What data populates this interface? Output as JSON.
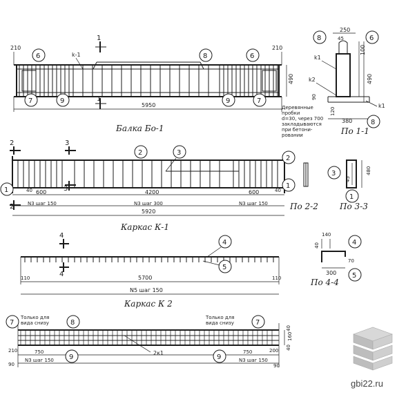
{
  "beam": {
    "title": "Балка Бо-1",
    "length": "5950",
    "end_offset_left": "210",
    "end_offset_right": "210",
    "height": "490",
    "markers": [
      "6",
      "8",
      "6",
      "7",
      "9",
      "9",
      "7"
    ],
    "cut_label": "1",
    "k1_label": "k-1"
  },
  "section_1_1": {
    "title": "По 1-1",
    "width": "250",
    "width_inner": "45",
    "height_top": "100",
    "height": "490",
    "bottom_width": "380",
    "bottom_h1": "90",
    "bottom_h2": "120",
    "k1": "k1",
    "k2": "k2",
    "k1b": "k1",
    "markers": [
      "8",
      "6",
      "8"
    ],
    "note": [
      "Деревянные",
      "пробки",
      "d=30, через 700",
      "закладываются",
      "при бетони-",
      "ровании"
    ]
  },
  "frame_k1": {
    "title": "Каркас К-1",
    "dim_left": "600",
    "dim_mid": "4200",
    "dim_right": "600",
    "small_left": "40",
    "small_right": "40",
    "step_left": "N3 шаг 150",
    "step_mid": "N3 шаг 300",
    "step_right": "N3 шаг 150",
    "total": "5920",
    "markers": [
      "2",
      "3",
      "2",
      "1",
      "1"
    ],
    "cuts": [
      "2",
      "3",
      "3",
      "2"
    ]
  },
  "section_2_2": {
    "title": "По 2-2",
    "markers": [
      "2",
      "1"
    ]
  },
  "section_3_3": {
    "title": "По 3-3",
    "height": "480",
    "inner": "45",
    "markers": [
      "3",
      "1"
    ]
  },
  "frame_k2": {
    "title": "Каркас К 2",
    "dim_main": "5700",
    "step": "N5 шаг 150",
    "end_left": "110",
    "end_right": "110",
    "markers": [
      "4",
      "5"
    ],
    "cut": "4"
  },
  "section_4_4": {
    "title": "По 4-4",
    "dim_top": "140",
    "dim_left": "40",
    "dim_right": "70",
    "dim_bottom": "300",
    "markers": [
      "4",
      "5"
    ]
  },
  "bottom_plan": {
    "note_left": [
      "Только для",
      "вида снизу"
    ],
    "note_right": [
      "Только для",
      "вида снизу"
    ],
    "dim_left": "750",
    "dim_right": "750",
    "step_left": "N3 шаг 150",
    "step_right": "N3 шаг 150",
    "end_left_top": "210",
    "end_left_bot": "90",
    "end_right_top": "200",
    "end_right_bot": "90",
    "k1_label": "2к1",
    "markers": [
      "7",
      "8",
      "9",
      "9",
      "7"
    ],
    "right_dims": [
      "40",
      "160",
      "40"
    ]
  },
  "watermark": "gbi22.ru"
}
